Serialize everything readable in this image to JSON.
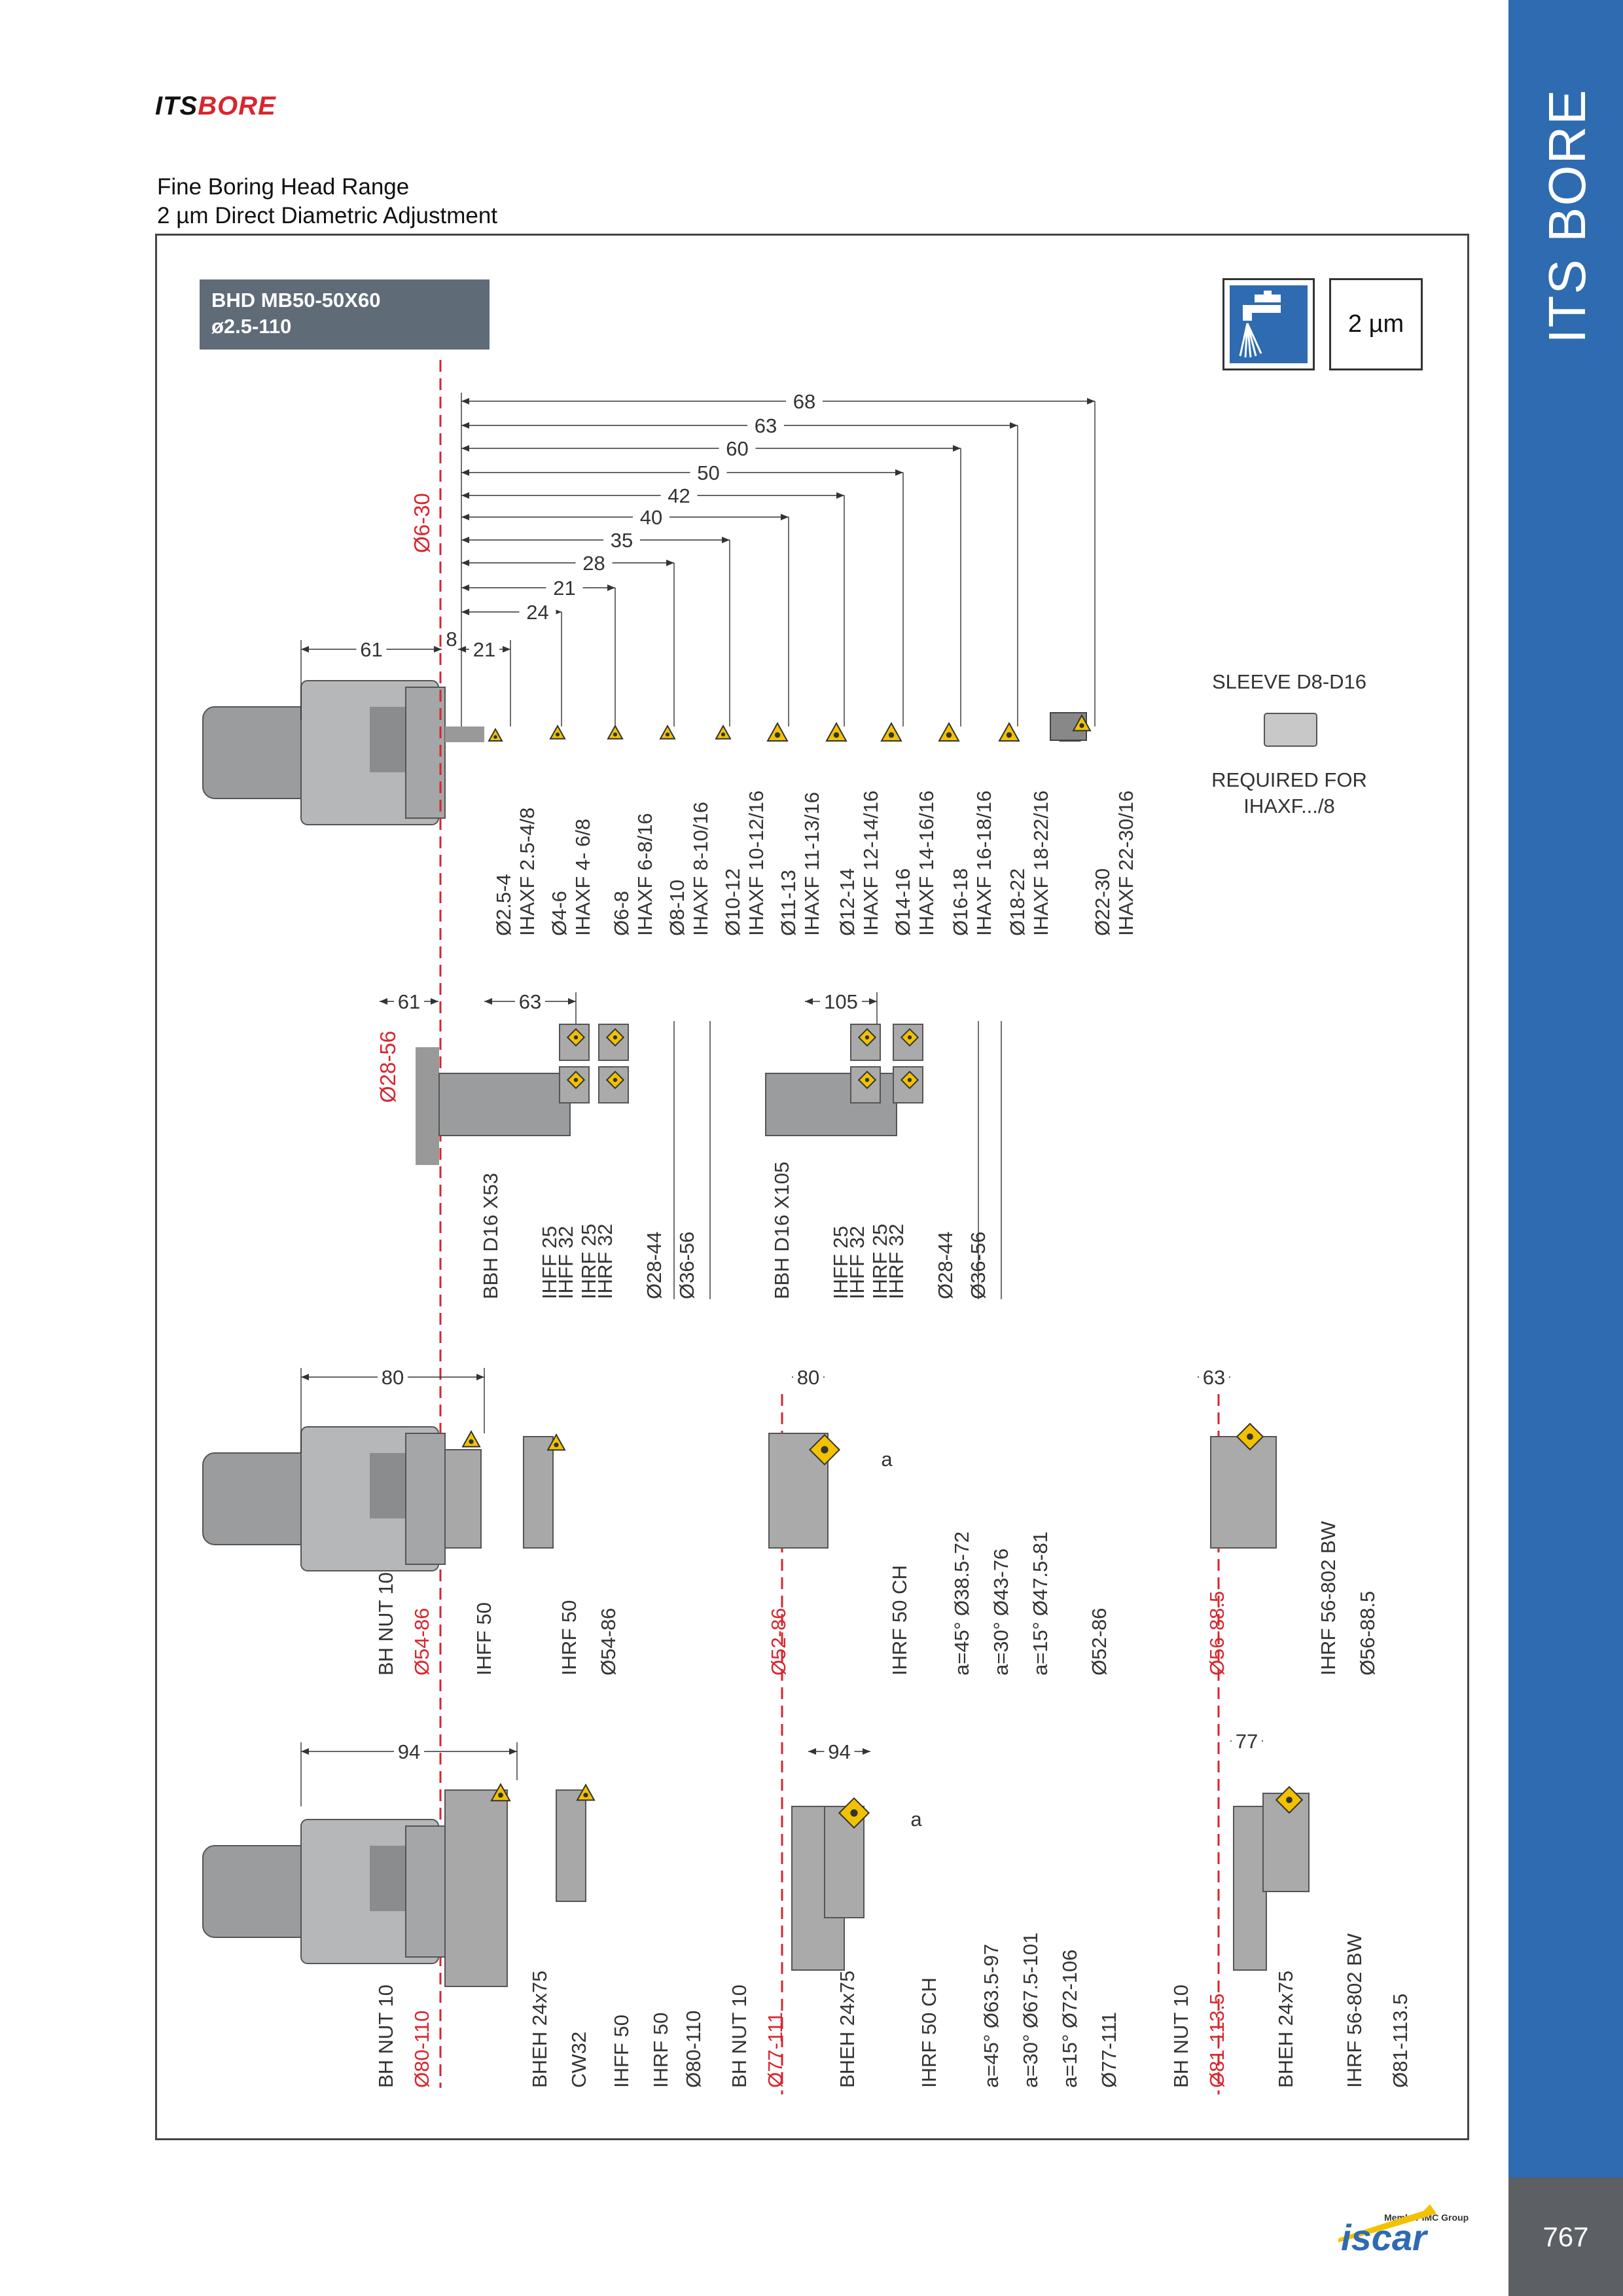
{
  "brand": {
    "part1": "ITS",
    "part2": "BORE"
  },
  "heading": {
    "line1": "Fine Boring Head Range",
    "line2": "2 µm Direct Diametric Adjustment"
  },
  "side_title": "ITS BORE",
  "page_number": "767",
  "model": {
    "line1": "BHD MB50-50X60",
    "line2": "ø2.5-110"
  },
  "accuracy": "2 µm",
  "isc": {
    "member_text": "Member IMC Group",
    "logo_text": "iscar"
  },
  "colors": {
    "blue": "#2e6bb0",
    "red": "#d7262e",
    "gray_box": "#5f6b77",
    "insert": "#f2c200"
  },
  "icons": {
    "coolant": "coolant-faucet-icon",
    "sleeve": "sleeve-icon"
  },
  "sleeve": {
    "title": "SLEEVE D8-D16",
    "required_line1": "REQUIRED FOR",
    "required_line2": "IHAXF.../8"
  },
  "row1": {
    "range": "Ø6-30",
    "dims": [
      "61",
      "8",
      "21",
      "24",
      "21",
      "28",
      "35",
      "40",
      "42",
      "50",
      "60",
      "63",
      "68"
    ],
    "items": [
      {
        "dia": "Ø2.5-4",
        "code": "IHAXF 2.5-4/8"
      },
      {
        "dia": "Ø4-6",
        "code": "IHAXF 4- 6/8"
      },
      {
        "dia": "Ø6-8",
        "code": "IHAXF 6-8/16"
      },
      {
        "dia": "Ø8-10",
        "code": "IHAXF 8-10/16"
      },
      {
        "dia": "Ø10-12",
        "code": "IHAXF 10-12/16"
      },
      {
        "dia": "Ø11-13",
        "code": "IHAXF 11-13/16"
      },
      {
        "dia": "Ø12-14",
        "code": "IHAXF 12-14/16"
      },
      {
        "dia": "Ø14-16",
        "code": "IHAXF 14-16/16"
      },
      {
        "dia": "Ø16-18",
        "code": "IHAXF 16-18/16"
      },
      {
        "dia": "Ø18-22",
        "code": "IHAXF 18-22/16"
      },
      {
        "dia": "Ø22-30",
        "code": "IHAXF 22-30/16"
      }
    ]
  },
  "row2": {
    "range": "Ø28-56",
    "dims": [
      "61",
      "63",
      "105"
    ],
    "groupA": [
      "BBH D16  X53",
      "IHFF 25",
      "IHFF 32",
      "IHRF 25",
      "IHRF 32",
      "Ø28-44",
      "Ø36-56"
    ],
    "groupB": [
      "BBH D16  X105",
      "IHFF 25",
      "IHFF 32",
      "IHRF 25",
      "IHRF 32",
      "Ø28-44",
      "Ø36-56"
    ]
  },
  "row3": {
    "dims": [
      "80",
      "80",
      "63"
    ],
    "left": [
      "BH NUT 10",
      "Ø54-86",
      "IHFF 50",
      "IHRF 50",
      "Ø54-86"
    ],
    "mid": [
      "Ø52-86",
      "IHRF 50 CH",
      "a=45°  Ø38.5-72",
      "a=30°  Ø43-76",
      "a=15°  Ø47.5-81",
      "Ø52-86"
    ],
    "angle": "a",
    "right": [
      "Ø56-88.5",
      "IHRF 56-802 BW",
      "Ø56-88.5"
    ]
  },
  "row4": {
    "dims": [
      "94",
      "94",
      "77"
    ],
    "left": [
      "BH NUT 10",
      "Ø80-110",
      "BHEH 24x75",
      "CW32",
      "IHFF 50",
      "IHRF 50",
      "Ø80-110"
    ],
    "mid": [
      "BH NUT 10",
      "Ø77-111",
      "BHEH 24x75",
      "IHRF 50 CH",
      "a=45°  Ø63.5-97",
      "a=30°  Ø67.5-101",
      "a=15°  Ø72-106",
      "Ø77-111"
    ],
    "angle": "a",
    "right": [
      "BH NUT 10",
      "Ø81-113.5",
      "BHEH 24x75",
      "IHRF 56-802 BW",
      "Ø81-113.5"
    ]
  }
}
